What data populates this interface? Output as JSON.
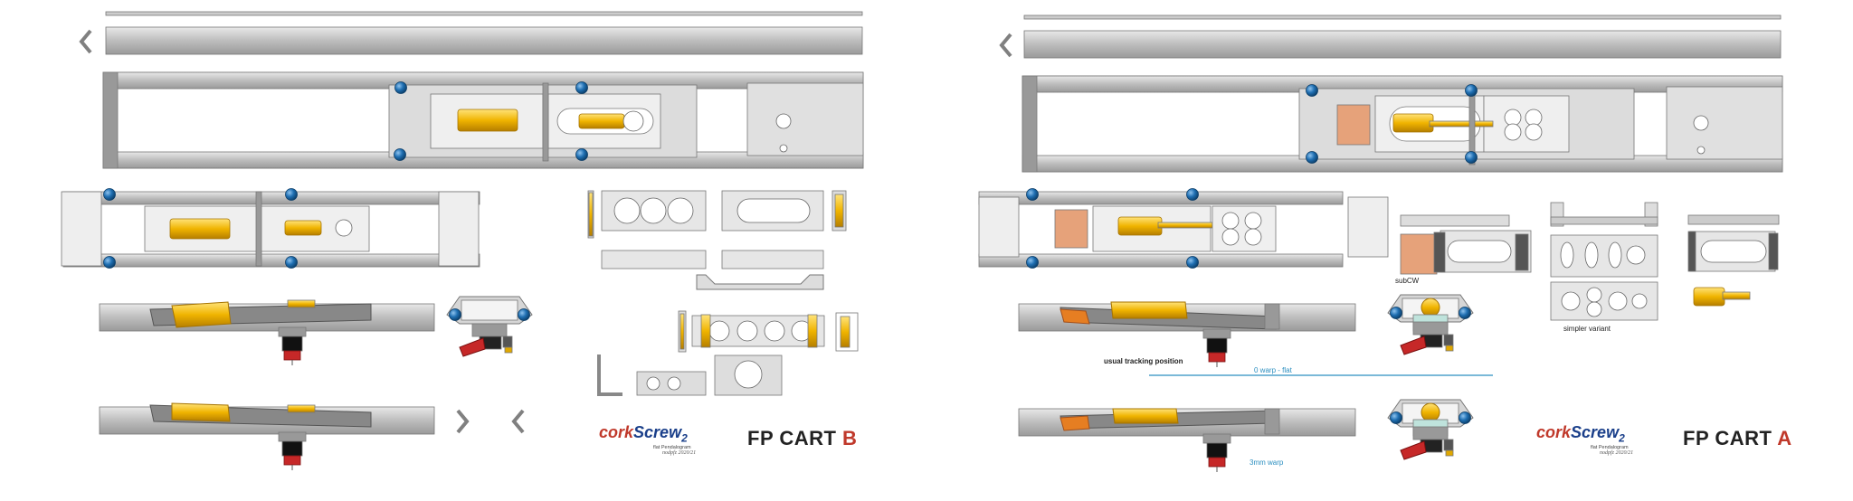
{
  "panels": [
    {
      "id": "b",
      "title_prefix": "FP CART ",
      "title_accent": "B",
      "logo": {
        "brand_a": "cork",
        "brand_b": "Screw",
        "brand_c": "2",
        "tagline": "flat Pendalogram",
        "credit": "nodpfz 2020/21"
      },
      "notes": []
    },
    {
      "id": "a",
      "title_prefix": "FP CART ",
      "title_accent": "A",
      "logo": {
        "brand_a": "cork",
        "brand_b": "Screw",
        "brand_c": "2",
        "tagline": "flat Pendalogram",
        "credit": "nodpfz 2020/21"
      },
      "notes": [
        {
          "key": "subcw",
          "text": "subCW"
        },
        {
          "key": "simpler",
          "text": "simpler variant"
        },
        {
          "key": "usual",
          "text": "usual tracking position"
        },
        {
          "key": "flat",
          "text": "0 warp - flat"
        },
        {
          "key": "warp",
          "text": "3mm warp"
        }
      ]
    }
  ],
  "icons": [
    "chevron-left-icon",
    "chevron-right-icon"
  ],
  "colors": {
    "rail": "#bcbcbc",
    "rail_dark": "#8f8f8f",
    "rail_light": "#e4e4e4",
    "weight_gold": "#f0b400",
    "bearing_blue": "#1f6fb2",
    "cartridge_red": "#c62828",
    "copper": "#e6a27a",
    "title_accent": "#c0392b",
    "note_blue": "#2c8fc0"
  }
}
